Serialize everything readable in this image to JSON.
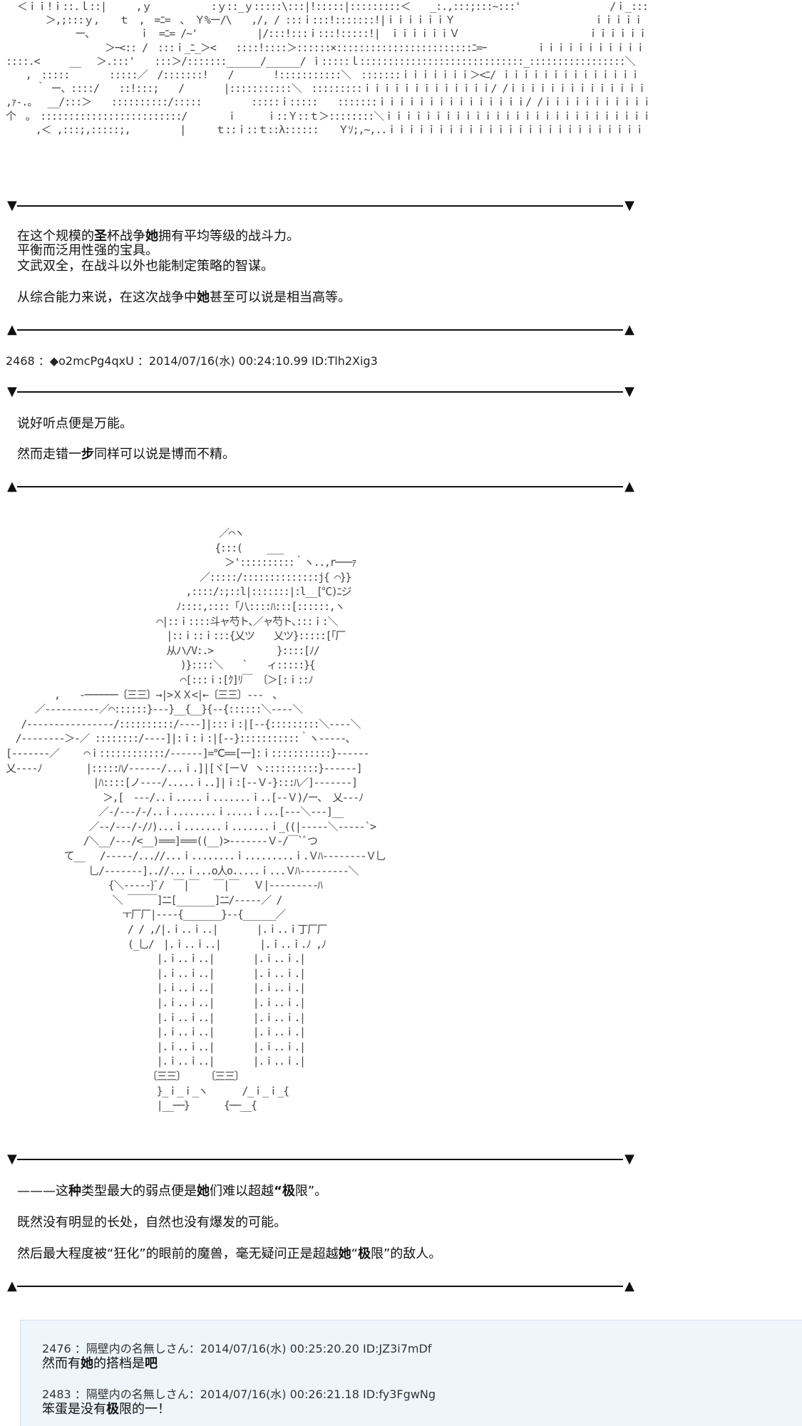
{
  "ascii_art": {
    "top": "  ＜ｉｉ!ｉ::.ｌ::|　　　,ｙ　　　　　　:ｙ::_ｙ:::::\\:::|!:::::|:::::::::＜　　_:.,:::;:::~:::'　　　　　　　　　/ｉ_:::::::::::::::____:ｉ!ｉｉ\n　　　　＞,;:::ｙ,　　ｔ　,　=ﾆ=　､　Ｙ%ー/\\　　,/, / :::ｉ:::!:::::::!|ｉｉｉｉｉｉＹ　　　　　　　　　　　　　　ｉｉｉｉｉｉｉｉｉｉｉｉｉｉｉｉｉｉ\n　　　　　　　ー、　　　　　ｉ　=ﾆ= /~'　　　　　　|/:::!:::ｉ:::!:::::!|　ｉｉｉｉｉｉＶ　　　　　　　　　　　　　ｉｉｉｉｉｉｉｉｉｉｉｉｉｉｉｉｉｉ\n　　　　　　　　　　＞ｰ<:: /　:::ｉ_ﾆ_＞<　　::::!::::＞::::::×::::::::::::::::::::::::ﾆ=ｰ　　　　　ｉｉｉｉｉｉｉｉｉｉｉｉｉｉｉｉｉｉ\n::::.<　　　__　 ＞.:::'　　:::＞/:::::::______/______/ ｉ:::::ｌ:::::::::::::::::::::::::::::_:::::::::::::::::＼　　　　　　/ｉｉｉｉｉｉｉｉｉｉｉｉｉｉｉ\n　　,　:::::　　　　:::::／　/:::::::!　　/　　　　!:::::::::::＼　:::::::ｉｉｉｉｉｉｉ＞<ﾆ/ ｉｉｉｉｉｉｉｉｉｉｉｉｉｉ\n　　　｀ ー、::::/　　::!:::;　　/　　　　|:::::::::::＼　:::::::::ｉｉｉｉｉｉｉｉｉｉｉｉｉ/ /ｉｉｉｉｉｉｉｉｉｉｉｉｉｉｉｉ\n,ｧ-.。　 __/:::＞　　::::::::::/:::::　　　　　:::::ｉ:::::　　:::::::ｉｉｉｉｉｉｉｉｉｉｉｉｉｉｉ/ /ｉｉｉｉｉｉｉｉｉｉｉｉｉｉｉｉｉ\n个　。　:::::::::::::::::::::::::/　　　　ｉ　　　ｉ::Ｙ::ｔ＞::::::::＼ｉｉｉｉｉｉｉｉｉｉｉｉｉｉｉｉｉｉｉｉｉｉｉｉｉｉｉｉｉｉｉ/\n　　　,＜ ,:::;,:::::;,　　　　　|　　　ｔ::ｉ::ｔ::λ::::::　　Ｙｿ;,~,..ｉｉｉｉｉｉｉｉｉｉｉｉｉｉｉｉｉｉｉｉｉｉｉｉｉｉｉｉ/",
    "mid": "　　　　　　　　　　　　　　　　　　　　　　／⌒ヽ\n　　　　　　　　　　　　　　　　　　　　　 {:::(　 　___\n　　　　　　　　　　　　　　　　　　　　　　 ＞'::::::::::｀ヽ..,r───ｧ\n　　　　　　　　　　　　　　　　　　　　／:::::/::::::::::::::j{ ⌒}}\n　　　　　　　　　　　　　　　　　　 ,::::/:;::l|:::::::|:l__[℃)ﾆジ\n　　　　　　　　　　　　　　　　　 ﾉ::::,::::「八::::ﾊ:::[::::::,ヽ\n　　　　　　　　　　　　　　　 ⌒|::ｉ::::斗ャ芍ト､／ャ芍ト､:::ｉ:＼\n　　　　　　　　　　　　　　　　 |::ｉ::ｉ:::{乂ツ　　乂ツ}:::::[「厂\n　　　　　　　　　　　　　　　　 从ハ/V:.>　　　　　　 }::::[ﾉ/\n　　　　　　　　　　　　　　　　　　)}::::＼　　`　　ィ:::::}{\n　　　　　　　　　　　　　　　　　　⌒[:::ｉ:[ｸ]ﾘ￣ 〔＞[:ｉ::ﾉ\n　　　　　,　　-──────〔三三〕→|>ＸＸ<|←〔三三〕---　､\n　　　／----------／⌒::::::}---}__{__}{--{::::::＼----＼\n　 /----------------/::::::::::/----]|:::ｉ:|[--{:::::::::＼----＼\n　/--------＞-／ ::::::::/----]|:ｉ:ｉ:|[--}:::::::::::｀ヽ-----､\n[-------／　　 ⌒ｉ::::::::::::/------]=℃==[一]:ｉ:::::::::::}------\n乂----ﾉ　　　　 |:::::ﾊ/------/...ｉ.]|[ヾ[ーＶ ヽ::::::::::}------]\n　　　　　　　　　|ﾊ::::[ノ----/.....ｉ..]|ｉ:[--Ｖ-}:::ﾊ／]-------]\n　　　　　　　　　　＞,[　---/..ｉ.....ｉ.......ｉ..[--Ｖ)/ー、 乂---ﾉ\n　　　　　　　　　 ／-/---/-/..ｉ........ｉ.....ｉ...[---＼---]__\n　　　　　　　　 ／--/---/-/ﾉ)...ｉ.......ｉ.......ｉ_((|-----＼-----`>\n　　　　　　　　/＼__/---/<__)===]===((__)>-------Ｖ-/￣`ﾞつ\n　　　　　　て__　 /-----/...//...ｉ........ｉ.........ｉ.Ｖﾊ--------Ｖ乚\n　　　　　　　　 乚/-------]..//...ｉ...o人o.....ｉ...Ｖﾊ---------＼\n　　　　　　　　　　 {＼-----}ﾞ/　￣|￣　 ￣|￣　 Ｖ|---------ﾊ\n　　　　　　　　　　　＼ ￣￣￣]ﾆﾆ[_______]ﾆﾆ/-----／ /\n　　　　　　　　　　　　ￓ厂厂|----{_______}--{______／\n　　　　　　　　　　　　 / / ,/|.ｉ..ｉ..|　　　　|.ｉ..ｉ丁厂厂\n　　　　　　　　　　　　 (_乚/　|.ｉ..ｉ..|　　　　|.ｉ..ｉ.ﾉ ,ﾉ\n　　　　　　　　　　　　　　　 |.ｉ..ｉ..|　　　　|.ｉ..ｉ.|\n　　　　　　　　　　　　　　　 |.ｉ..ｉ..|　　　　|.ｉ..ｉ.|\n　　　　　　　　　　　　　　　 |.ｉ..ｉ..|　　　　|.ｉ..ｉ.|\n　　　　　　　　　　　　　　　 |.ｉ..ｉ..|　　　　|.ｉ..ｉ.|\n　　　　　　　　　　　　　　　 |.ｉ..ｉ..|　　　　|.ｉ..ｉ.|\n　　　　　　　　　　　　　　　 |.ｉ..ｉ..|　　　　|.ｉ..ｉ.|\n　　　　　　　　　　　　　　　 |.ｉ..ｉ..|　　　　|.ｉ..ｉ.|\n　　　　　　　　　　　　　　　 |.ｉ..ｉ..|　　　　|.ｉ..ｉ.|\n　　　　　　　　　　　　　　 〔三三〕　　 〔三三〕\n　　　　　　　　　　　　　　　 }_ｉ_ｉ_ヽ　　　 /_ｉ_ｉ_{\n　　　　　　　　　　　　　　　 |__──}　　　 {──__{"
  },
  "dividers": {
    "d1": {
      "left": "▼",
      "right": "▼"
    },
    "d2": {
      "left": "▲",
      "right": "▲"
    },
    "d3": {
      "left": "▼",
      "right": "▼"
    },
    "d4": {
      "left": "▲",
      "right": "▲"
    },
    "d5": {
      "left": "▼",
      "right": "▼"
    },
    "d6": {
      "left": "▲",
      "right": "▲"
    }
  },
  "block1": {
    "l1": {
      "a": "在这个规模的",
      "b1": "圣",
      "c": "杯战争",
      "b2": "她",
      "d": "拥有平均等级的战斗力。"
    },
    "l2": "平衡而泛用性强的宝具。",
    "l3": "文武双全，在战斗以外也能制定策略的智谋。",
    "l4": {
      "a": "从综合能力来说，在这次战争中",
      "b": "她",
      "c": "甚至可以说是相当高等。"
    }
  },
  "post_2468": {
    "header": "2468 ：◆o2mcPg4qxU ：2014/07/16(水) 00:24:10.99 ID:Tlh2Xig3"
  },
  "block2": {
    "l1": "说好听点便是万能。",
    "l2": {
      "a": "然而走错一",
      "b": "步",
      "c": "同样可以说是博而不精。"
    }
  },
  "block3": {
    "l1": {
      "a": "———这",
      "b1": "种",
      "c": "类型最大的弱点便是",
      "b2": "她",
      "d": "们难以超越",
      "b3": "“极",
      "e": "限”。"
    },
    "l2": "既然没有明显的长处，自然也没有爆发的可能。",
    "l3": {
      "a": "然后最大程度被“狂化”的眼前的魔兽，毫无疑问正是超越",
      "b1": "她",
      "c": "“",
      "b2": "极",
      "d": "限”的敌人。"
    }
  },
  "replies": [
    {
      "header": "2476 ：隔壁内の名無しさん：2014/07/16(水) 00:25:20.20 ID:JZ3i7mDf",
      "text": {
        "a": "然而有",
        "b1": "她",
        "c": "的搭档是",
        "b2": "吧"
      }
    },
    {
      "header": "2483 ：隔壁内の名無しさん：2014/07/16(水) 00:26:21.18 ID:fy3FgwNg",
      "text": {
        "a": "笨蛋是没有",
        "b": "极",
        "c": "限的一！"
      }
    }
  ]
}
